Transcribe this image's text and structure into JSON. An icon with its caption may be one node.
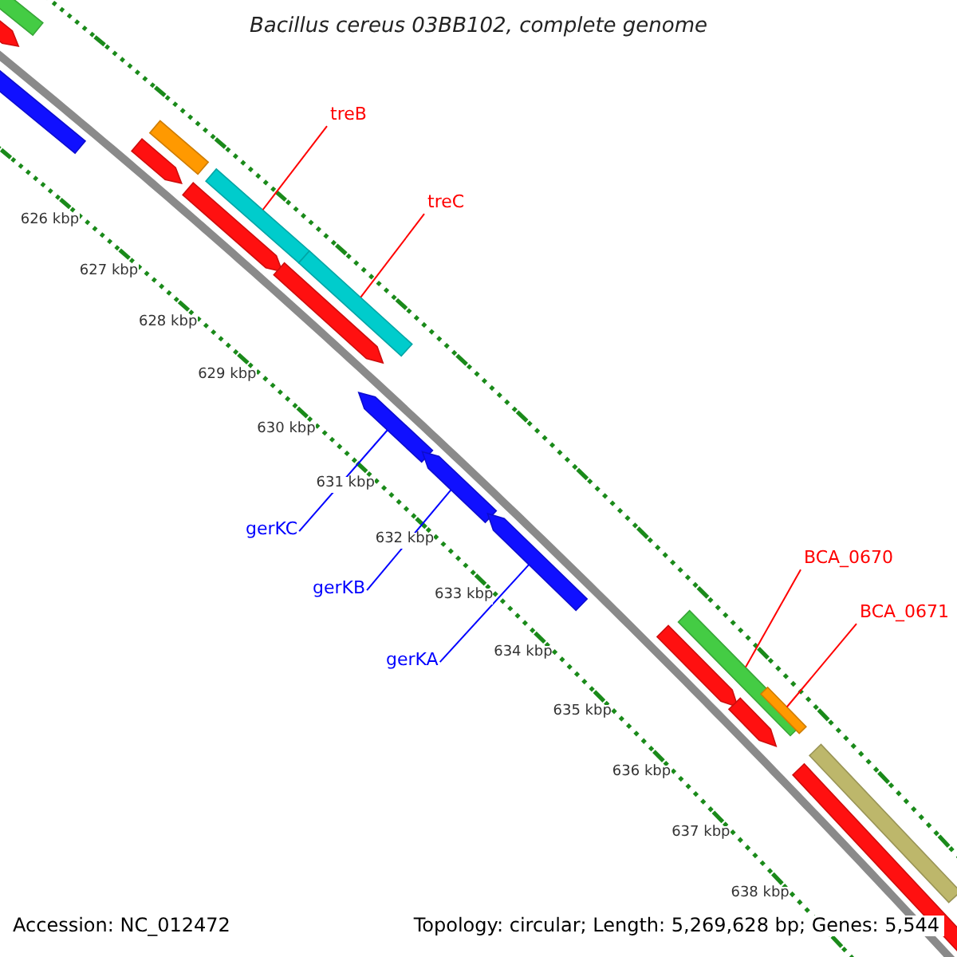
{
  "diagram": {
    "title": "Bacillus cereus 03BB102, complete genome",
    "nodes": [
      {
        "text": [
          "treB"
        ]
      },
      {
        "text": [
          "treC"
        ]
      },
      {
        "text": [
          "gerKC"
        ]
      },
      {
        "text": [
          "gerKB"
        ]
      },
      {
        "text": [
          "gerKA"
        ]
      },
      {
        "text": [
          "BCA_0670"
        ]
      },
      {
        "text": [
          "BCA_0671"
        ]
      },
      {
        "text": [],
        "shape": "bar"
      },
      {
        "text": [],
        "shape": "bar"
      },
      {
        "text": [],
        "shape": "arrow"
      },
      {
        "text": [],
        "shape": "arrow"
      },
      {
        "text": [],
        "shape": "arrow"
      },
      {
        "text": [],
        "shape": "bar"
      },
      {
        "text": [],
        "shape": "bar"
      },
      {
        "text": [],
        "shape": "bar"
      }
    ],
    "edges": [
      {
        "from": 0,
        "to": 7,
        "arrow": "none"
      },
      {
        "from": 1,
        "to": 8,
        "arrow": "none"
      },
      {
        "from": 2,
        "to": 9,
        "arrow": "none",
        "color": "#0000ff"
      },
      {
        "from": 3,
        "to": 10,
        "arrow": "none",
        "color": "#0000ff"
      },
      {
        "from": 4,
        "to": 11,
        "arrow": "none",
        "color": "#0000ff"
      },
      {
        "from": 5,
        "to": 12,
        "arrow": "none"
      },
      {
        "from": 6,
        "to": 13,
        "arrow": "none"
      }
    ],
    "labels": [
      "626 kbp",
      "627 kbp",
      "628 kbp",
      "629 kbp",
      "630 kbp",
      "631 kbp",
      "632 kbp",
      "633 kbp",
      "634 kbp",
      "635 kbp",
      "636 kbp",
      "637 kbp",
      "638 kbp",
      "Accession: NC_012472",
      "Topology: circular; Length: 5,269,628 bp; Genes: 5,544"
    ]
  }
}
